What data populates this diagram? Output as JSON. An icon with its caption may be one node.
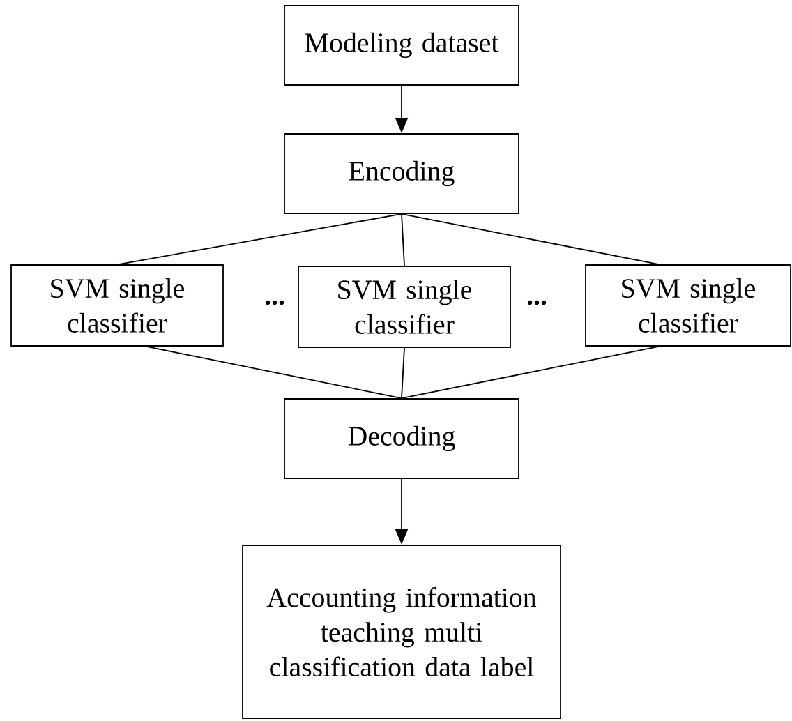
{
  "diagram": {
    "nodes": [
      {
        "text": [
          "Modeling dataset"
        ]
      },
      {
        "text": [
          "Encoding"
        ]
      },
      {
        "text": [
          "SVM single classifier"
        ]
      },
      {
        "text": [
          "SVM single classifier"
        ]
      },
      {
        "text": [
          "SVM single classifier"
        ]
      },
      {
        "text": [
          "Decoding"
        ]
      },
      {
        "text": [
          "Accounting information teaching multi classification data label"
        ]
      }
    ],
    "edges": [
      {
        "from": 0,
        "to": 1,
        "arrow": "to"
      },
      {
        "from": 1,
        "to": 2,
        "arrow": "none"
      },
      {
        "from": 1,
        "to": 3,
        "arrow": "none"
      },
      {
        "from": 1,
        "to": 4,
        "arrow": "none"
      },
      {
        "from": 2,
        "to": 5,
        "arrow": "none"
      },
      {
        "from": 3,
        "to": 5,
        "arrow": "none"
      },
      {
        "from": 4,
        "to": 5,
        "arrow": "none"
      },
      {
        "from": 5,
        "to": 6,
        "arrow": "to"
      }
    ],
    "labels": [
      "...",
      "..."
    ]
  }
}
